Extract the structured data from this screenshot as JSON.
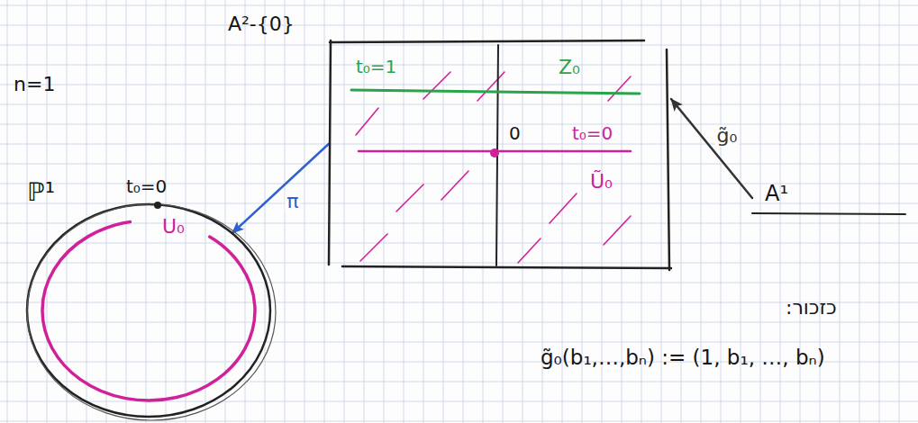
{
  "diagram": {
    "nodes": [
      {
        "text": [
          "ℙ¹",
          "t₀=0",
          "U₀"
        ]
      },
      {
        "text": [
          "A²-{0}",
          "t₀=1",
          "Z₀",
          "t₀=0",
          "0",
          "Ũ₀"
        ]
      },
      {
        "text": [
          "A¹"
        ]
      }
    ],
    "edges": [
      {
        "from": 1,
        "to": 0,
        "arrow": "to",
        "label": "π"
      },
      {
        "from": 2,
        "to": 1,
        "arrow": "to",
        "label": "g̃₀"
      }
    ],
    "labels": [
      "n=1",
      "כזכור:",
      "g̃₀(b₁,…,bₙ) := (1, b₁, …, bₙ)"
    ]
  }
}
